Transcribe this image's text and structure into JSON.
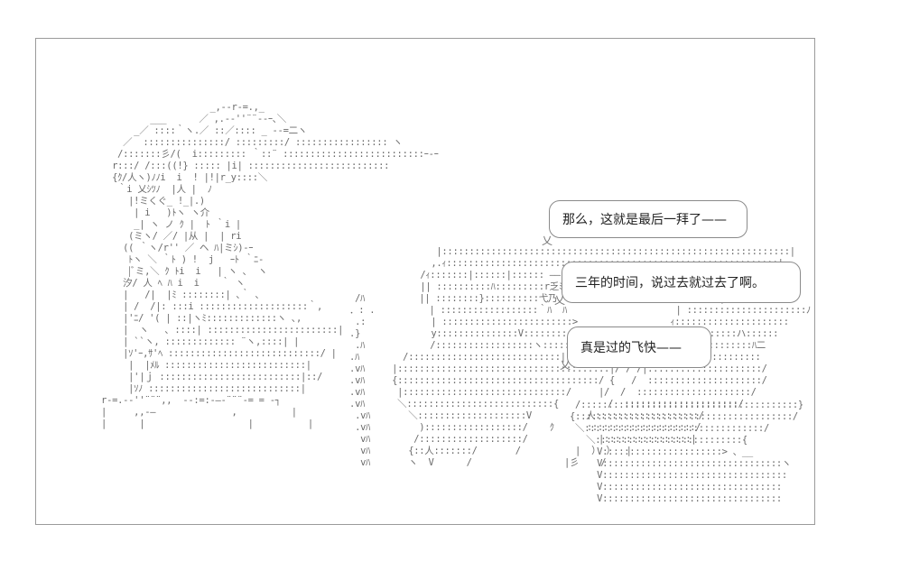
{
  "dialogue": [
    {
      "text": "那么，这就是最后一拜了——"
    },
    {
      "text": "三年的时间，说过去就过去了啊。"
    },
    {
      "text": "真是过的飞快——"
    }
  ],
  "icons": [
    "winged-statue-ascii-art",
    "standing-figure-ascii-art"
  ]
}
